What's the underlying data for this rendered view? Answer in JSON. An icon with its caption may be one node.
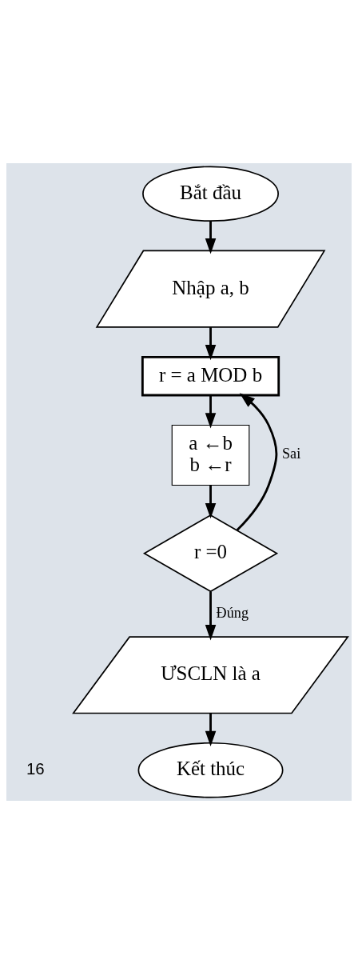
{
  "diagram": {
    "nodes": [
      {
        "text": [
          "Bắt đầu"
        ]
      },
      {
        "text": [
          "Nhập a, b"
        ]
      },
      {
        "text": [
          "r = a MOD b"
        ]
      },
      {
        "text": [
          "a ←b",
          "b ←r"
        ]
      },
      {
        "text": [
          "r =0"
        ]
      },
      {
        "text": [
          "ƯSCLN là a"
        ]
      },
      {
        "text": [
          "Kết thúc"
        ]
      }
    ],
    "edges": [
      {
        "from": 0,
        "to": 1,
        "arrow": "to"
      },
      {
        "from": 1,
        "to": 2,
        "arrow": "to"
      },
      {
        "from": 2,
        "to": 3,
        "arrow": "to"
      },
      {
        "from": 3,
        "to": 4,
        "arrow": "to"
      },
      {
        "from": 4,
        "to": 2,
        "arrow": "to",
        "label": "Sai"
      },
      {
        "from": 4,
        "to": 5,
        "arrow": "to",
        "label": "Đúng"
      },
      {
        "from": 5,
        "to": 6,
        "arrow": "to"
      }
    ],
    "labels": [
      "16"
    ]
  }
}
